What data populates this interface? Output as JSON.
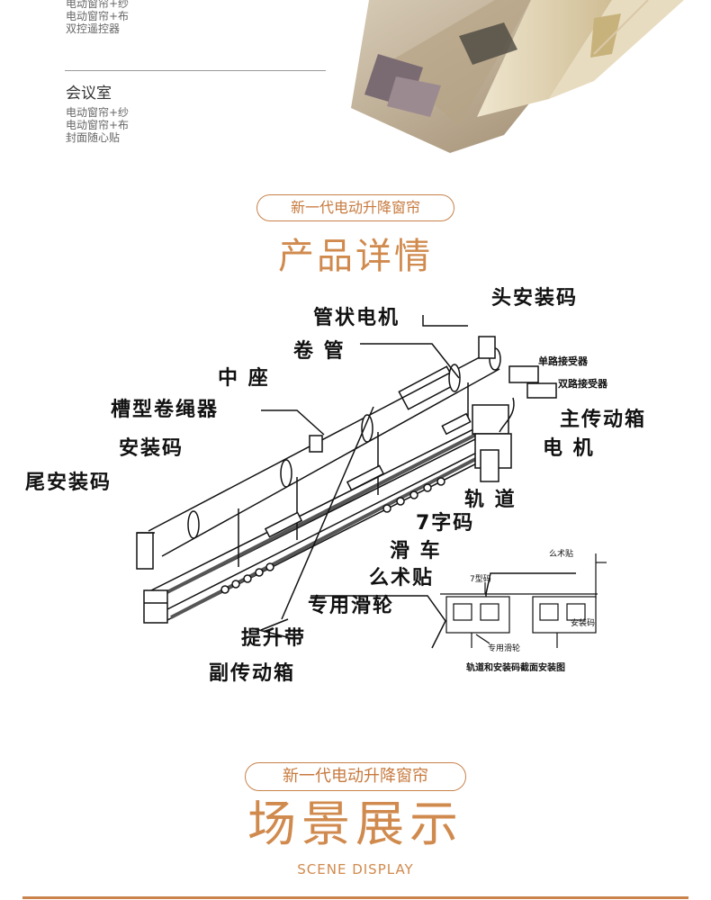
{
  "top_list": {
    "items": [
      "电动窗帘+纱",
      "电动窗帘+布",
      "双控遥控器"
    ]
  },
  "meeting_room": {
    "title": "会议室",
    "items": [
      "电动窗帘+纱",
      "电动窗帘+布",
      "封面随心贴"
    ]
  },
  "section1": {
    "tag": "新一代电动升降窗帘",
    "title": "产品详情"
  },
  "diagram": {
    "labels": {
      "head_mount": "头安装码",
      "tube_motor": "管状电机",
      "roll_tube": "卷 管",
      "middle_seat": "中 座",
      "groove_roller": "槽型卷绳器",
      "mount_code": "安装码",
      "tail_mount": "尾安装码",
      "single_receiver": "单路接受器",
      "dual_receiver": "双路接受器",
      "main_box": "主传动箱",
      "motor": "电 机",
      "track": "轨 道",
      "seven_code": "7字码",
      "glider": "滑 车",
      "velcro": "么术贴",
      "pulley": "专用滑轮",
      "lift_belt": "提升带",
      "sub_box": "副传动箱"
    },
    "section_view": {
      "velcro": "么术贴",
      "seven_code": "7型码",
      "mount_code": "安装码",
      "pulley": "专用滑轮",
      "caption": "轨道和安装码截面安装图"
    }
  },
  "section2": {
    "tag": "新一代电动升降窗帘",
    "title": "场景展示",
    "subtitle": "SCENE DISPLAY"
  },
  "colors": {
    "accent": "#c77a3e",
    "bottom_bar": "#c9834b"
  }
}
